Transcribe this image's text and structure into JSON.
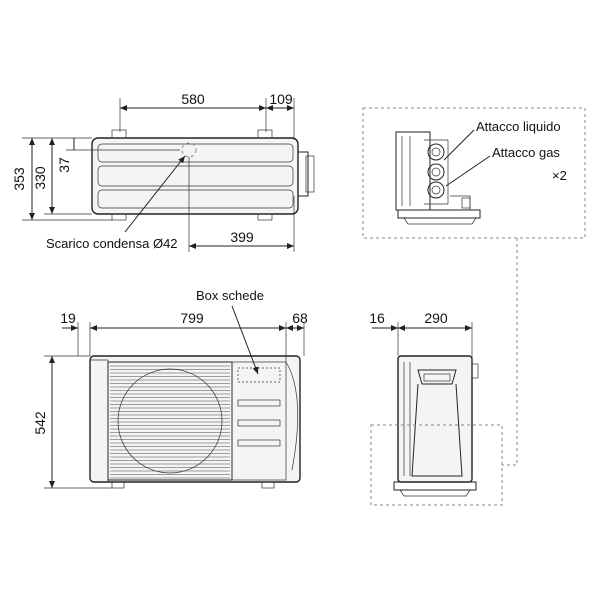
{
  "top_view": {
    "dim_580": "580",
    "dim_109": "109",
    "dim_353": "353",
    "dim_330": "330",
    "dim_37": "37",
    "dim_399": "399",
    "drain_label": "Scarico condensa Ø42"
  },
  "front_view": {
    "dim_19": "19",
    "dim_799": "799",
    "dim_68": "68",
    "dim_542": "542",
    "box_label": "Box schede"
  },
  "side_view": {
    "dim_16": "16",
    "dim_290": "290"
  },
  "detail": {
    "liquid_label": "Attacco liquido",
    "gas_label": "Attacco gas",
    "multiplier": "×2"
  }
}
